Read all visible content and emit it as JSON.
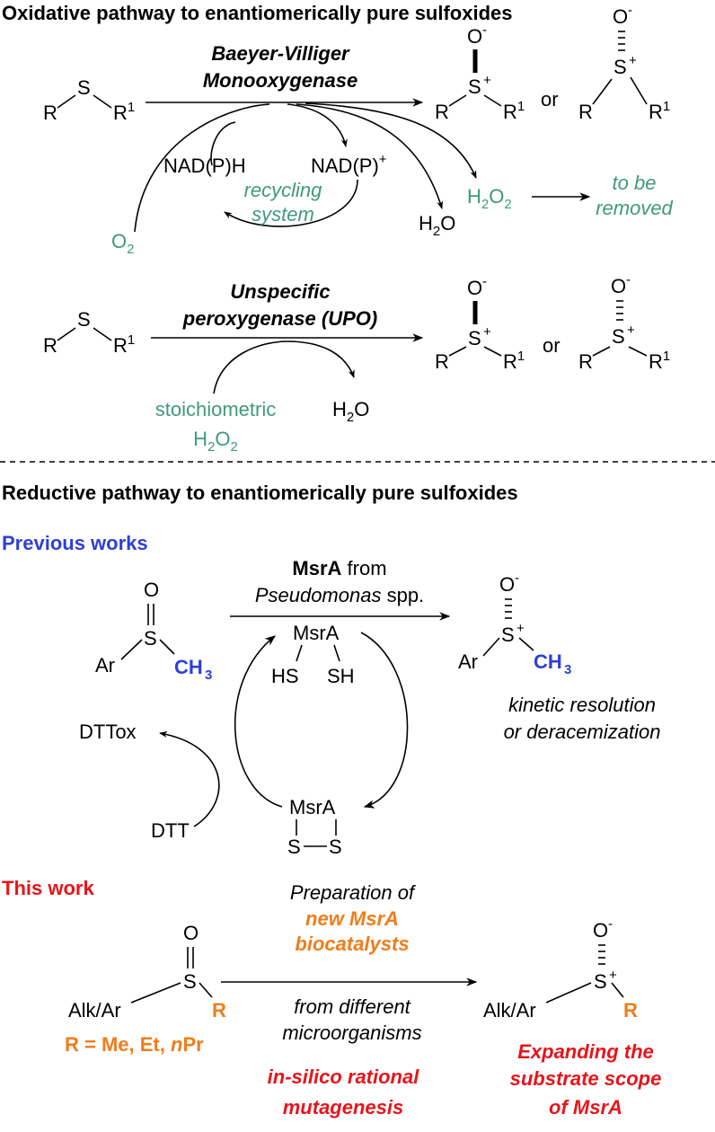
{
  "colors": {
    "green": "#3f9a78",
    "blue": "#2f3fd6",
    "orange": "#f07d1a",
    "red": "#e8141a"
  },
  "section1": {
    "title": "Oxidative pathway to enantiomerically pure sulfoxides",
    "enzyme_line1": "Baeyer-Villiger",
    "enzyme_line2": "Monooxygenase",
    "cofactor_reduced": "NAD(P)H",
    "cofactor_oxidized": "NAD(P)",
    "recycling_line1": "recycling",
    "recycling_line2": "system",
    "oxygen": "O",
    "water": "H",
    "peroxide": "H",
    "removal_line1": "to be",
    "removal_line2": "removed",
    "or": "or"
  },
  "section2": {
    "enzyme_line1": "Unspecific",
    "enzyme_line2": "peroxygenase (UPO)",
    "oxidant_line1": "stoichiometric",
    "oxidant_line2": "H",
    "water": "H",
    "or": "or"
  },
  "section3": {
    "title": "Reductive pathway to enantiomerically pure sulfoxides",
    "previous_label": "Previous works",
    "enzyme_bold": "MsrA",
    "enzyme_from": " from",
    "source_italic": "Pseudomonas",
    "source_rest": " spp.",
    "msra": "MsrA",
    "hs": "HS",
    "sh": "SH",
    "dttox": "DTTox",
    "dtt": "DTT",
    "note_line1": "kinetic resolution",
    "note_line2": "or deracemization",
    "ar": "Ar",
    "ch3": "CH"
  },
  "section4": {
    "label": "This work",
    "prep_line1": "Preparation of",
    "prep_line2": "new  MsrA",
    "prep_line3": "biocatalysts",
    "from_line1": "from different",
    "from_line2": "microorganisms",
    "alk_ar": "Alk/Ar",
    "r_group": "R",
    "r_def": "R = Me, Et, ",
    "r_def_n": "n",
    "r_def_pr": "Pr",
    "mutagenesis_line1": "in-silico rational",
    "mutagenesis_line2": "mutagenesis",
    "scope_line1": "Expanding the",
    "scope_line2": "substrate scope",
    "scope_line3": "of MsrA"
  },
  "atoms": {
    "R": "R",
    "R1": "R",
    "one": "1",
    "S": "S",
    "O": "O",
    "minus": "-",
    "plus": "+",
    "two": "2"
  }
}
